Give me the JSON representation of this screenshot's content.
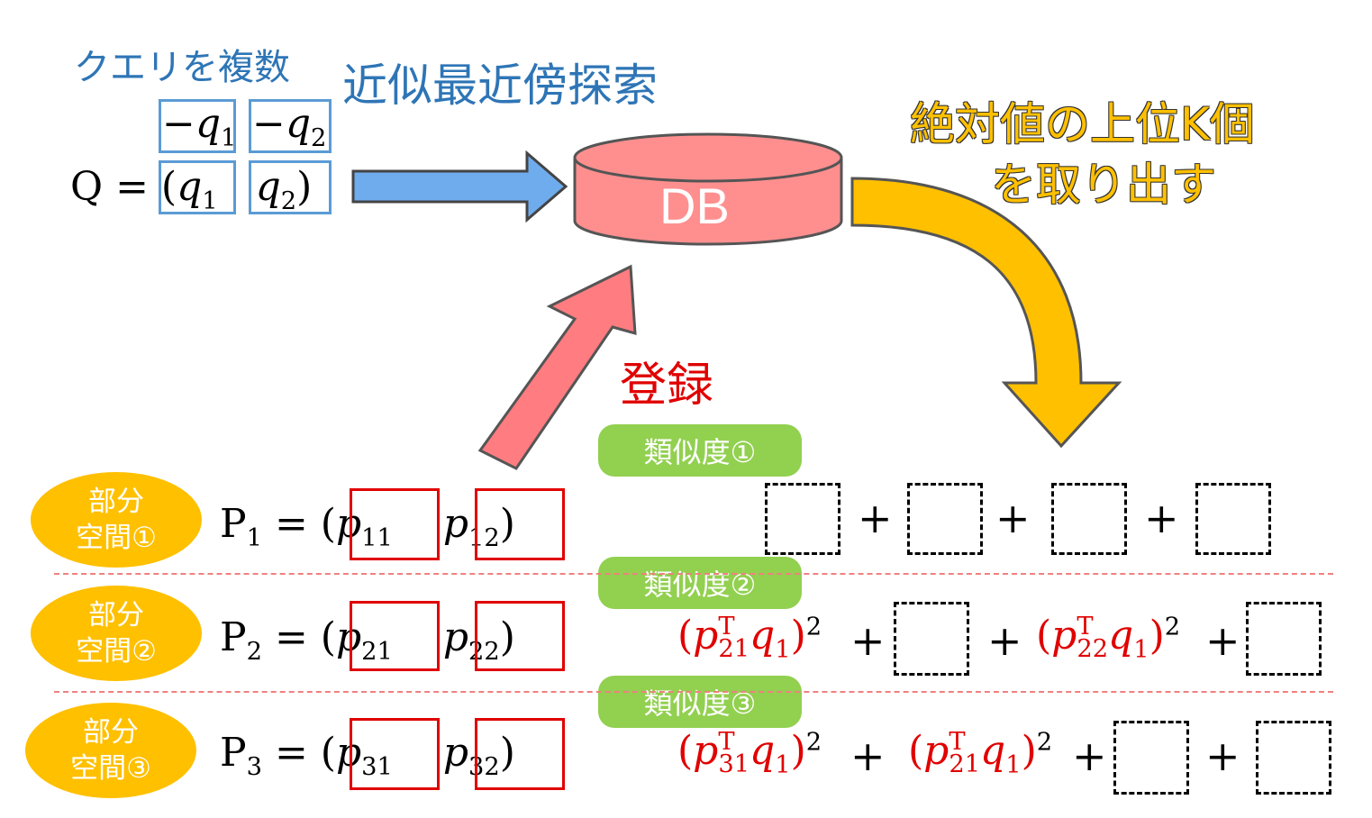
{
  "header": {
    "query_multiple": "クエリを複数",
    "ann_search": "近似最近傍探索",
    "abs_topk": [
      "絶対値の上位K個",
      "を取り出す"
    ]
  },
  "query": {
    "lhs": "Q",
    "neg_q1": "−q",
    "neg_q2": "−q",
    "q1": "q",
    "q2": "q",
    "sub1": "1",
    "sub2": "2"
  },
  "db": {
    "label": "DB"
  },
  "register_label": "登録",
  "similarity_labels": [
    "類似度①",
    "類似度②",
    "類似度③"
  ],
  "subspaces": [
    {
      "badge_line1": "部分",
      "badge_line2": "空間①",
      "lhs": "P",
      "lhs_sub": "1",
      "a_sub": "11",
      "b_sub": "12"
    },
    {
      "badge_line1": "部分",
      "badge_line2": "空間②",
      "lhs": "P",
      "lhs_sub": "2",
      "a_sub": "21",
      "b_sub": "22"
    },
    {
      "badge_line1": "部分",
      "badge_line2": "空間③",
      "lhs": "P",
      "lhs_sub": "3",
      "a_sub": "31",
      "b_sub": "32"
    }
  ],
  "terms": {
    "row2_t1_sub": "21",
    "row2_t2_sub": "22",
    "row3_t1_sub": "31",
    "row3_t2_sub": "21",
    "transpose": "T",
    "square": "2",
    "q_sub": "1",
    "plus": "+"
  },
  "colors": {
    "blue_arrow": "#6FACED",
    "pink_arrow": "#FF7C80",
    "gold_arrow": "#FFC000",
    "db_fill": "#FF8F8F",
    "pill": "#92D050",
    "badge": "#FFC000"
  }
}
